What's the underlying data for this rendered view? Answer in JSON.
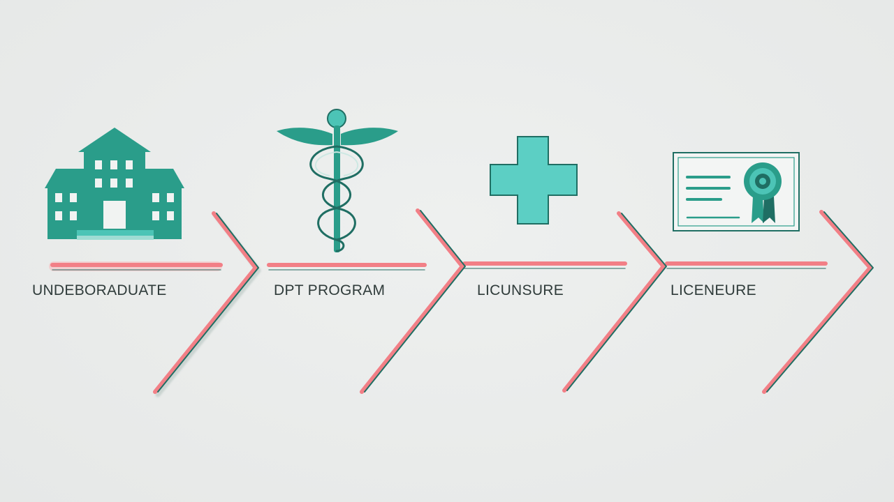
{
  "stages": [
    {
      "label": "UNDEBORADUATE",
      "icon": "school-building-icon"
    },
    {
      "label": "DPT PROGRAM",
      "icon": "caduceus-icon"
    },
    {
      "label": "LICUNSURE",
      "icon": "medical-cross-icon"
    },
    {
      "label": "LICENEURE",
      "icon": "certificate-icon"
    }
  ],
  "colors": {
    "background": "#e9ebea",
    "teal": "#2a9d8a",
    "teal_light": "#4cc4b6",
    "teal_dark": "#1f6e63",
    "coral": "#f27f86"
  }
}
